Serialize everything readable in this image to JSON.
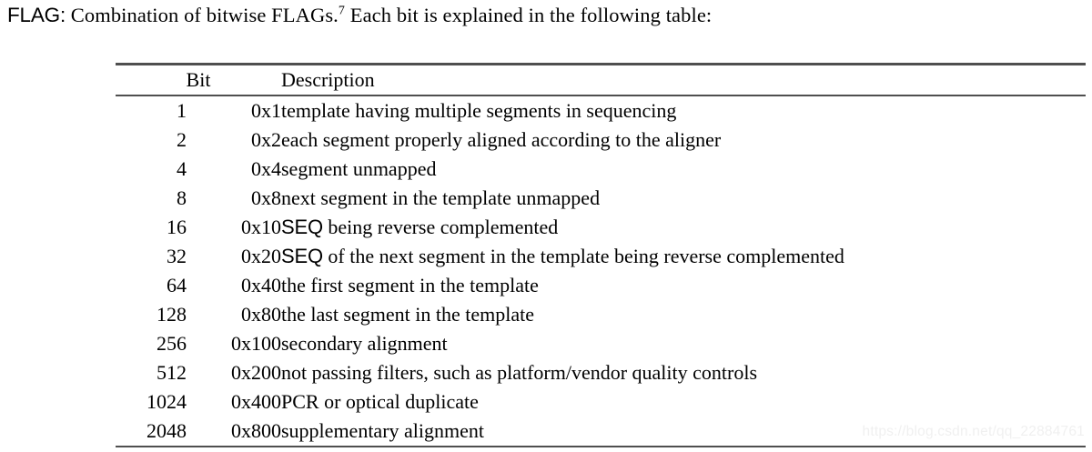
{
  "intro": {
    "lead_sans": "FLAG:",
    "text_before_sup": " Combination of bitwise FLAGs.",
    "footnote_marker": "7",
    "text_after_sup": " Each bit is explained in the following table:"
  },
  "table": {
    "headers": {
      "bit": "Bit",
      "description": "Description"
    },
    "rows": [
      {
        "bit": "1",
        "hex": "0x1",
        "desc_sans": "",
        "desc": "template having multiple segments in sequencing"
      },
      {
        "bit": "2",
        "hex": "0x2",
        "desc_sans": "",
        "desc": "each segment properly aligned according to the aligner"
      },
      {
        "bit": "4",
        "hex": "0x4",
        "desc_sans": "",
        "desc": "segment unmapped"
      },
      {
        "bit": "8",
        "hex": "0x8",
        "desc_sans": "",
        "desc": "next segment in the template unmapped"
      },
      {
        "bit": "16",
        "hex": "0x10",
        "desc_sans": "SEQ",
        "desc": " being reverse complemented"
      },
      {
        "bit": "32",
        "hex": "0x20",
        "desc_sans": "SEQ",
        "desc": " of the next segment in the template being reverse complemented"
      },
      {
        "bit": "64",
        "hex": "0x40",
        "desc_sans": "",
        "desc": "the first segment in the template"
      },
      {
        "bit": "128",
        "hex": "0x80",
        "desc_sans": "",
        "desc": "the last segment in the template"
      },
      {
        "bit": "256",
        "hex": "0x100",
        "desc_sans": "",
        "desc": "secondary alignment"
      },
      {
        "bit": "512",
        "hex": "0x200",
        "desc_sans": "",
        "desc": "not passing filters, such as platform/vendor quality controls"
      },
      {
        "bit": "1024",
        "hex": "0x400",
        "desc_sans": "",
        "desc": "PCR or optical duplicate"
      },
      {
        "bit": "2048",
        "hex": "0x800",
        "desc_sans": "",
        "desc": "supplementary alignment"
      }
    ]
  },
  "watermark": {
    "text": "https://blog.csdn.net/qq_22884761"
  },
  "colors": {
    "page_background": "#ffffff",
    "text": "#000000",
    "rule": "#4f4f4f",
    "watermark": "#f0f0f0"
  }
}
